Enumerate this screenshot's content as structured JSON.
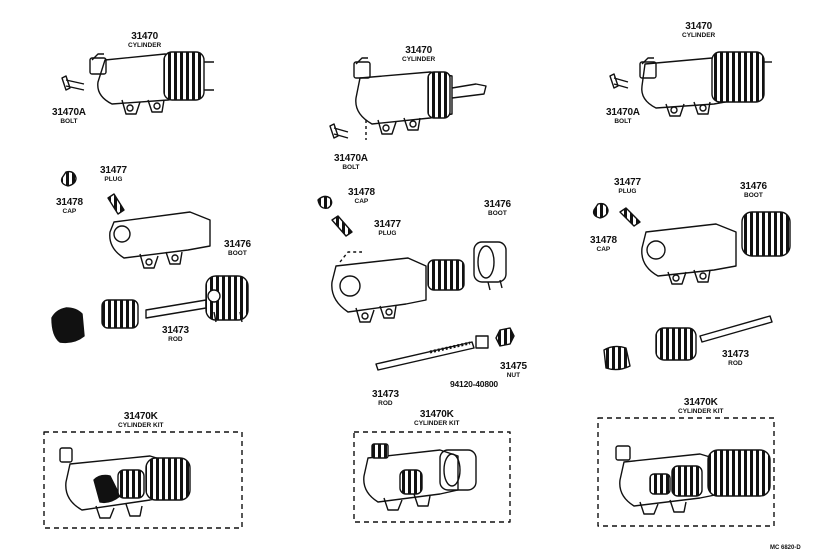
{
  "labels": {
    "a_cyl_no": "31470",
    "a_cyl_nm": "CYLINDER",
    "a_bolt_no": "31470A",
    "a_bolt_nm": "BOLT",
    "b_cyl_no": "31470",
    "b_cyl_nm": "CYLINDER",
    "b_bolt_no": "31470A",
    "b_bolt_nm": "BOLT",
    "c_cyl_no": "31470",
    "c_cyl_nm": "CYLINDER",
    "c_bolt_no": "31470A",
    "c_bolt_nm": "BOLT",
    "a_plug_no": "31477",
    "a_plug_nm": "PLUG",
    "a_cap_no": "31478",
    "a_cap_nm": "CAP",
    "a_boot_no": "31476",
    "a_boot_nm": "BOOT",
    "a_rod_no": "31473",
    "a_rod_nm": "ROD",
    "b_cap_no": "31478",
    "b_cap_nm": "CAP",
    "b_plug_no": "31477",
    "b_plug_nm": "PLUG",
    "b_boot_no": "31476",
    "b_boot_nm": "BOOT",
    "b_rod_no": "31473",
    "b_rod_nm": "ROD",
    "b_nut_part_no": "94120-40800",
    "b_nut_no": "31475",
    "b_nut_nm": "NUT",
    "c_plug_no": "31477",
    "c_plug_nm": "PLUG",
    "c_boot_no": "31476",
    "c_boot_nm": "BOOT",
    "c_cap_no": "31478",
    "c_cap_nm": "CAP",
    "c_rod_no": "31473",
    "c_rod_nm": "ROD",
    "a_kit_no": "31470K",
    "a_kit_nm": "CYLINDER KIT",
    "b_kit_no": "31470K",
    "b_kit_nm": "CYLINDER KIT",
    "c_kit_no": "31470K",
    "c_kit_nm": "CYLINDER KIT"
  },
  "diagram_code": "MC 6820-D"
}
